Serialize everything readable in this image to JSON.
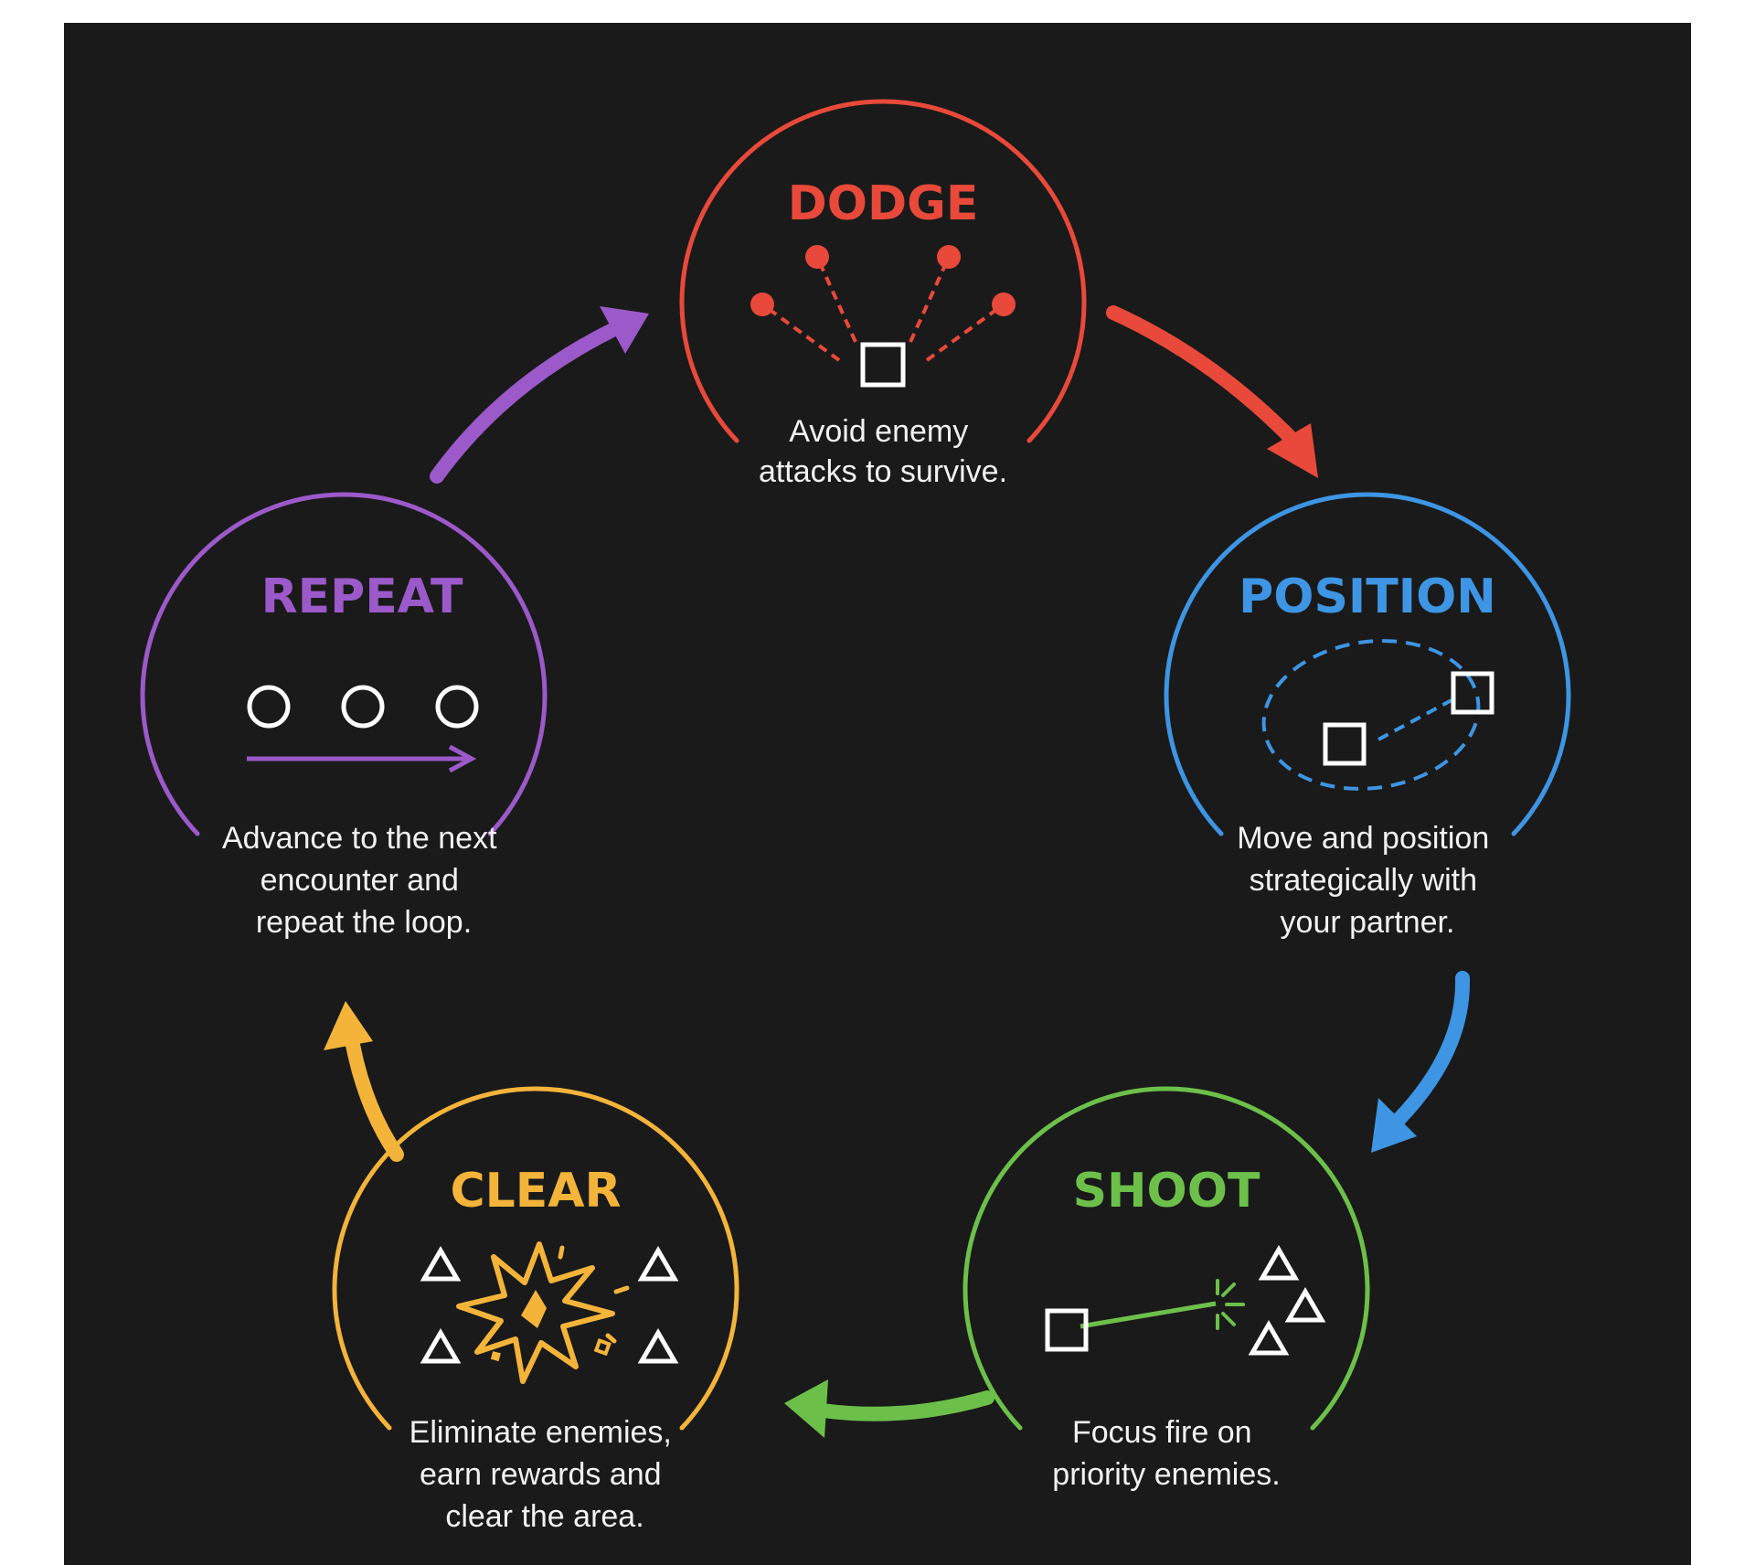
{
  "colors": {
    "background": "#1a1a1a",
    "dodge": "#e8493a",
    "position": "#3d95e3",
    "shoot": "#6cc04a",
    "clear": "#f4b43a",
    "repeat": "#9b59c9",
    "icon": "#ffffff"
  },
  "steps": {
    "dodge": {
      "title": "DODGE",
      "description": [
        "Avoid enemy",
        "attacks to survive."
      ],
      "icon": "square-with-incoming-dashed-attacks-icon"
    },
    "position": {
      "title": "POSITION",
      "description": [
        "Move and position",
        "strategically with",
        "your partner."
      ],
      "icon": "two-squares-dashed-orbit-icon"
    },
    "shoot": {
      "title": "SHOOT",
      "description": [
        "Focus fire on",
        "priority enemies."
      ],
      "icon": "square-firing-at-triangles-icon"
    },
    "clear": {
      "title": "CLEAR",
      "description": [
        "Eliminate enemies,",
        "earn rewards and",
        "clear the area."
      ],
      "icon": "explosion-among-triangles-icon"
    },
    "repeat": {
      "title": "REPEAT",
      "description": [
        "Advance to the next",
        "encounter and",
        "repeat the loop."
      ],
      "icon": "three-circles-arrow-icon"
    }
  }
}
